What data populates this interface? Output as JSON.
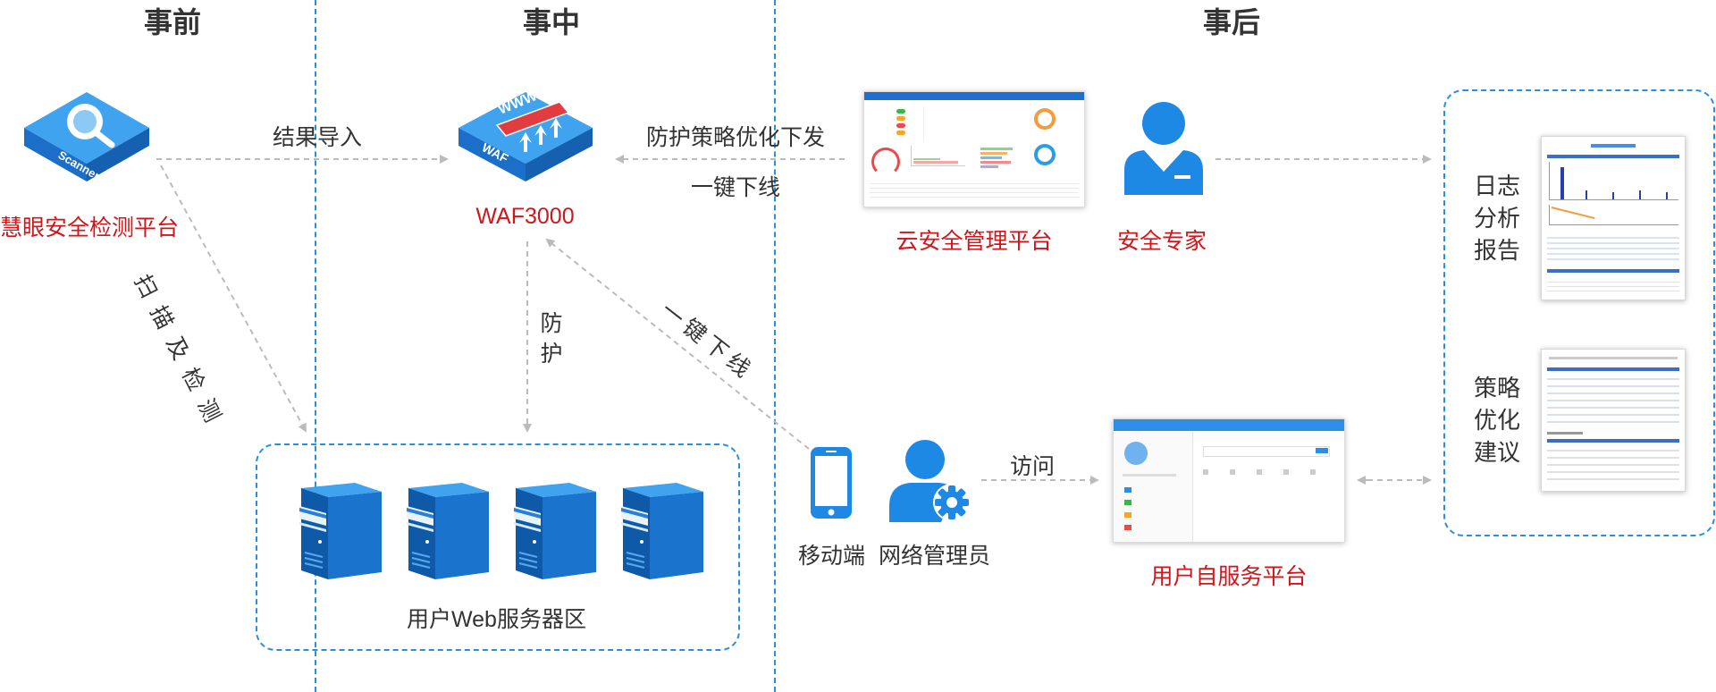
{
  "phases": {
    "before": "事前",
    "during": "事中",
    "after": "事后"
  },
  "nodes": {
    "scanner_caption": "慧眼安全检测平台",
    "scanner_device_text": "Scanner",
    "waf_caption": "WAF3000",
    "waf_top_text": "WWW",
    "waf_side_text": "WAF",
    "cloud_caption": "云安全管理平台",
    "expert_caption": "安全专家",
    "mobile_caption": "移动端",
    "admin_caption": "网络管理员",
    "selfservice_caption": "用户自服务平台",
    "servers_caption": "用户Web服务器区"
  },
  "edges": {
    "import_result": "结果导入",
    "policy_push": "防护策略优化下发",
    "one_click_offline_top": "一键下线",
    "scan_detect": "扫描及检测",
    "protect": "防护",
    "one_click_offline_diag": "一键下线",
    "visit": "访问"
  },
  "reports": {
    "log_report": "日志分析报告",
    "policy_advice": "策略优化建议"
  },
  "colors": {
    "accent_blue": "#2a8fe0",
    "icon_blue": "#1e88e5",
    "caption_red": "#d0161b",
    "arrow_gray": "#bbbbbb"
  }
}
